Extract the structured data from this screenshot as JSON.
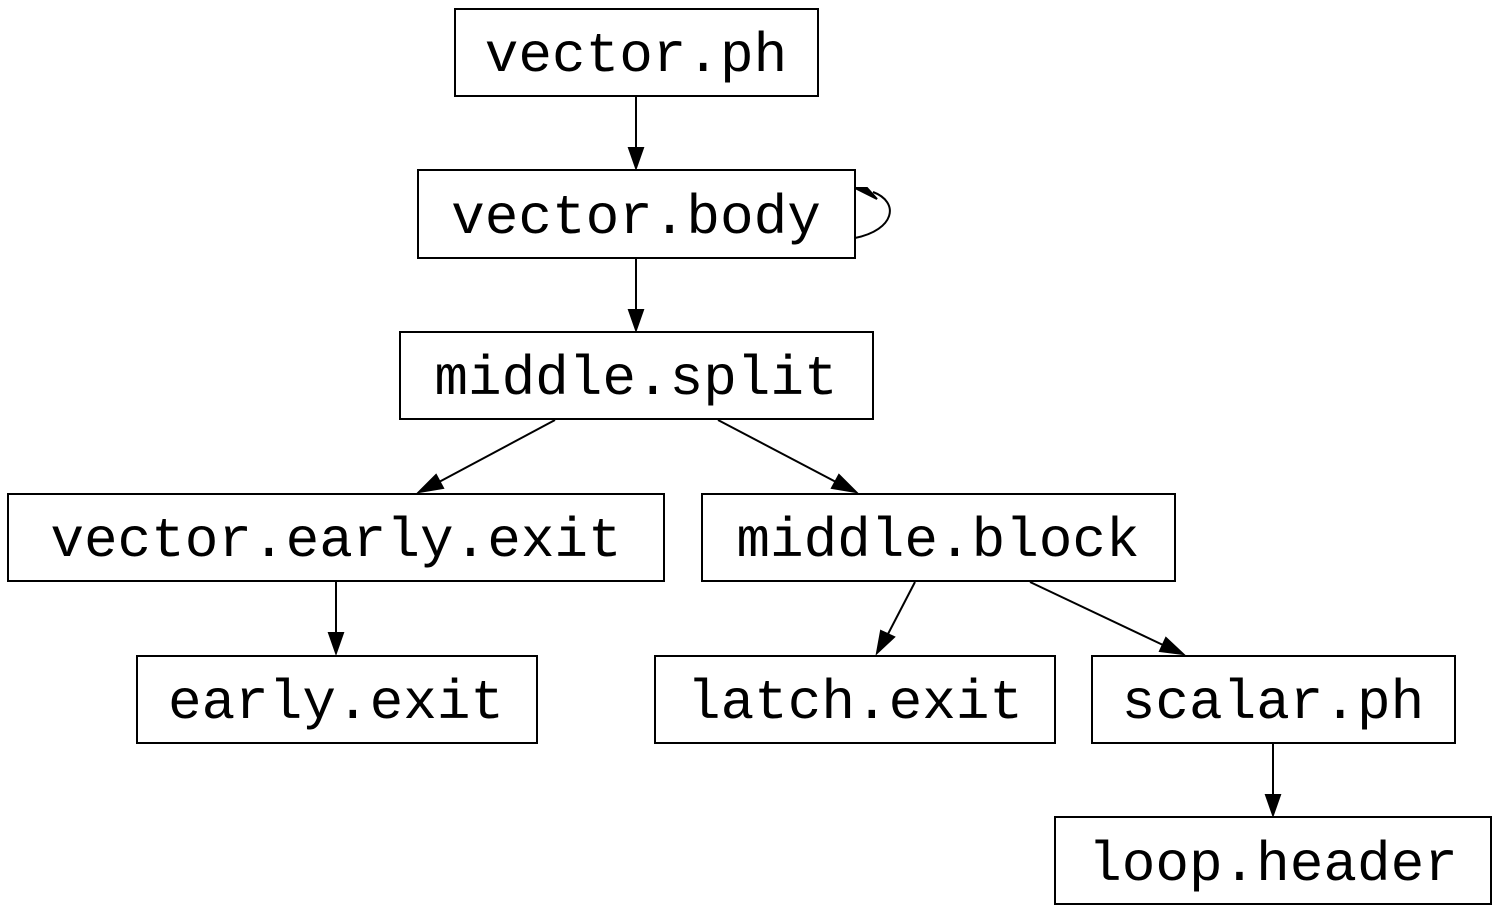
{
  "diagram": {
    "type": "control-flow-graph",
    "nodes": [
      {
        "id": "vector-ph",
        "label": "vector.ph"
      },
      {
        "id": "vector-body",
        "label": "vector.body"
      },
      {
        "id": "middle-split",
        "label": "middle.split"
      },
      {
        "id": "vector-early-exit",
        "label": "vector.early.exit"
      },
      {
        "id": "middle-block",
        "label": "middle.block"
      },
      {
        "id": "early-exit",
        "label": "early.exit"
      },
      {
        "id": "latch-exit",
        "label": "latch.exit"
      },
      {
        "id": "scalar-ph",
        "label": "scalar.ph"
      },
      {
        "id": "loop-header",
        "label": "loop.header"
      }
    ],
    "edges": [
      {
        "from": "vector-ph",
        "to": "vector-body"
      },
      {
        "from": "vector-body",
        "to": "vector-body"
      },
      {
        "from": "vector-body",
        "to": "middle-split"
      },
      {
        "from": "middle-split",
        "to": "vector-early-exit"
      },
      {
        "from": "middle-split",
        "to": "middle-block"
      },
      {
        "from": "vector-early-exit",
        "to": "early-exit"
      },
      {
        "from": "middle-block",
        "to": "latch-exit"
      },
      {
        "from": "middle-block",
        "to": "scalar-ph"
      },
      {
        "from": "scalar-ph",
        "to": "loop-header"
      }
    ]
  }
}
